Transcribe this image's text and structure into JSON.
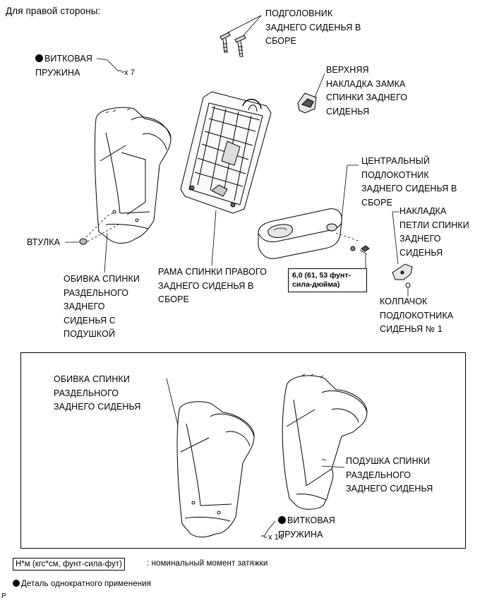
{
  "header": {
    "title": "Для правой стороны:"
  },
  "labels": {
    "headrest": "ПОДГОЛОВНИК\nЗАДНЕГО СИДЕНЬЯ В\nСБОРЕ",
    "spring_top_name": "ВИТКОВАЯ\nПРУЖИНА",
    "spring_top_qty": "x 7",
    "upper_cover": "ВЕРХНЯЯ\nНАКЛАДКА ЗАМКА\nСПИНКИ ЗАДНЕГО\nСИДЕНЬЯ",
    "armrest": "ЦЕНТРАЛЬНЫЙ\nПОДЛОКОТНИК\nЗАДНЕГО СИДЕНЬЯ В\nСБОРЕ",
    "hinge_cover": "НАКЛАДКА\nПЕТЛИ СПИНКИ\nЗАДНЕГО\nСИДЕНЬЯ",
    "bushing": "ВТУЛКА",
    "cover_with_pad": "ОБИВКА СПИНКИ\nРАЗДЕЛЬНОГО\nЗАДНЕГО\nСИДЕНЬЯ С\nПОДУШКОЙ",
    "frame": "РАМА СПИНКИ ПРАВОГО\nЗАДНЕГО СИДЕНЬЯ В\nСБОРЕ",
    "torque": "6,0 (61, 53 фунт-\nсила-дюйма)",
    "cap": "КОЛПАЧОК\nПОДЛОКОТНИКА\nСИДЕНЬЯ № 1",
    "cover_inset": "ОБИВКА СПИНКИ\nРАЗДЕЛЬНОГО\nЗАДНЕГО СИДЕНЬЯ",
    "pad_inset": "ПОДУШКА СПИНКИ\nРАЗДЕЛЬНОГО\nЗАДНЕГО СИДЕНЬЯ",
    "spring_inset_name": "ВИТКОВАЯ\nПРУЖИНА",
    "spring_inset_qty": "x 14"
  },
  "legend": {
    "torque_unit": "Н*м (кгс*см, фунт-сила-фут)",
    "torque_desc": ": номинальный момент затяжки",
    "single_use": "Деталь однократного применения"
  },
  "footer": {
    "page_mark": "P"
  }
}
